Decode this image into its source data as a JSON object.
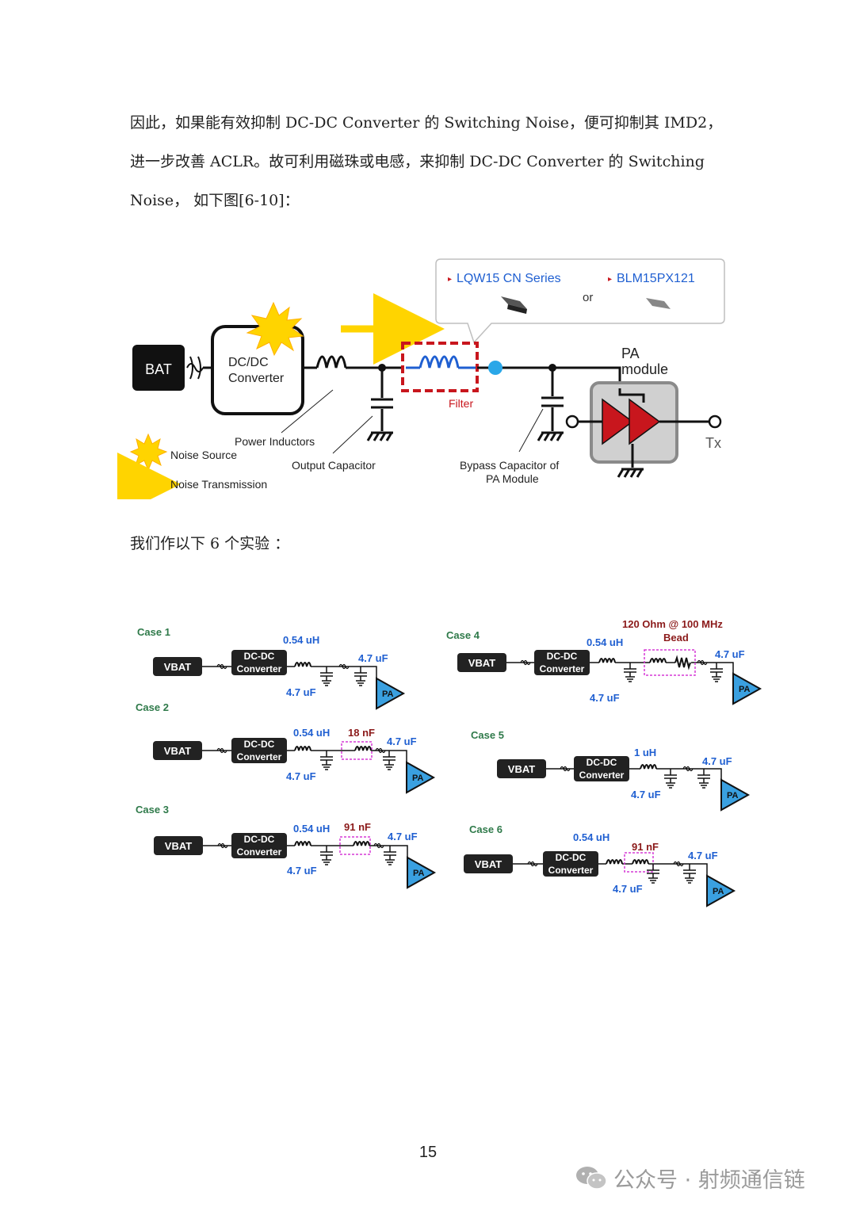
{
  "text": {
    "para1_lines": [
      "因此，如果能有效抑制 DC-DC Converter 的 Switching Noise，便可抑制其 IMD2，",
      "进一步改善 ACLR。故可利用磁珠或电感，来抑制 DC-DC Converter 的 Switching",
      "Noise，  如下图[6-10]："
    ],
    "para2": "我们作以下 6 个实验 ："
  },
  "fig1": {
    "bat": "BAT",
    "converter_l1": "DC/DC",
    "converter_l2": "Converter",
    "option1": "LQW15 CN Series",
    "or": "or",
    "option2": "BLM15PX121",
    "filter": "Filter",
    "pa_l1": "PA",
    "pa_l2": "module",
    "tx": "Tx",
    "power_inductors": "Power Inductors",
    "output_capacitor": "Output Capacitor",
    "bypass_l1": "Bypass Capacitor of",
    "bypass_l2": "PA Module",
    "legend_noise_source": "Noise Source",
    "legend_noise_transmission": "Noise Transmission"
  },
  "cases": {
    "vbat": "VBAT",
    "dcdc": "DC-DC",
    "conv": "Converter",
    "pa": "PA",
    "case1": {
      "title": "Case 1",
      "inductor": "0.54 uH",
      "cap_out": "4.7 uF",
      "cap_pa": "4.7 uF"
    },
    "case2": {
      "title": "Case 2",
      "inductor": "0.54 uH",
      "filter": "18 nF",
      "cap_out": "4.7 uF",
      "cap_pa": "4.7 uF"
    },
    "case3": {
      "title": "Case 3",
      "inductor": "0.54 uH",
      "filter": "91 nF",
      "cap_out": "4.7 uF",
      "cap_pa": "4.7 uF"
    },
    "case4": {
      "title": "Case 4",
      "bead_l1": "120 Ohm @ 100 MHz",
      "bead_l2": "Bead",
      "inductor": "0.54 uH",
      "cap_out": "4.7 uF",
      "cap_pa": "4.7 uF"
    },
    "case5": {
      "title": "Case 5",
      "inductor": "1 uH",
      "cap_out": "4.7 uF",
      "cap_pa": "4.7 uF"
    },
    "case6": {
      "title": "Case 6",
      "inductor": "0.54 uH",
      "filter": "91 nF",
      "cap_out": "4.7 uF",
      "cap_pa": "4.7 uF"
    }
  },
  "page_number": "15",
  "watermark": "公众号 · 射频通信链",
  "colors": {
    "red": "#c8161d",
    "blue": "#1f5fd1",
    "yellow": "#ffd400",
    "pa_blue": "#3aa0e0",
    "case_green": "#2f7a4a",
    "label_red": "#8b1a1a"
  }
}
